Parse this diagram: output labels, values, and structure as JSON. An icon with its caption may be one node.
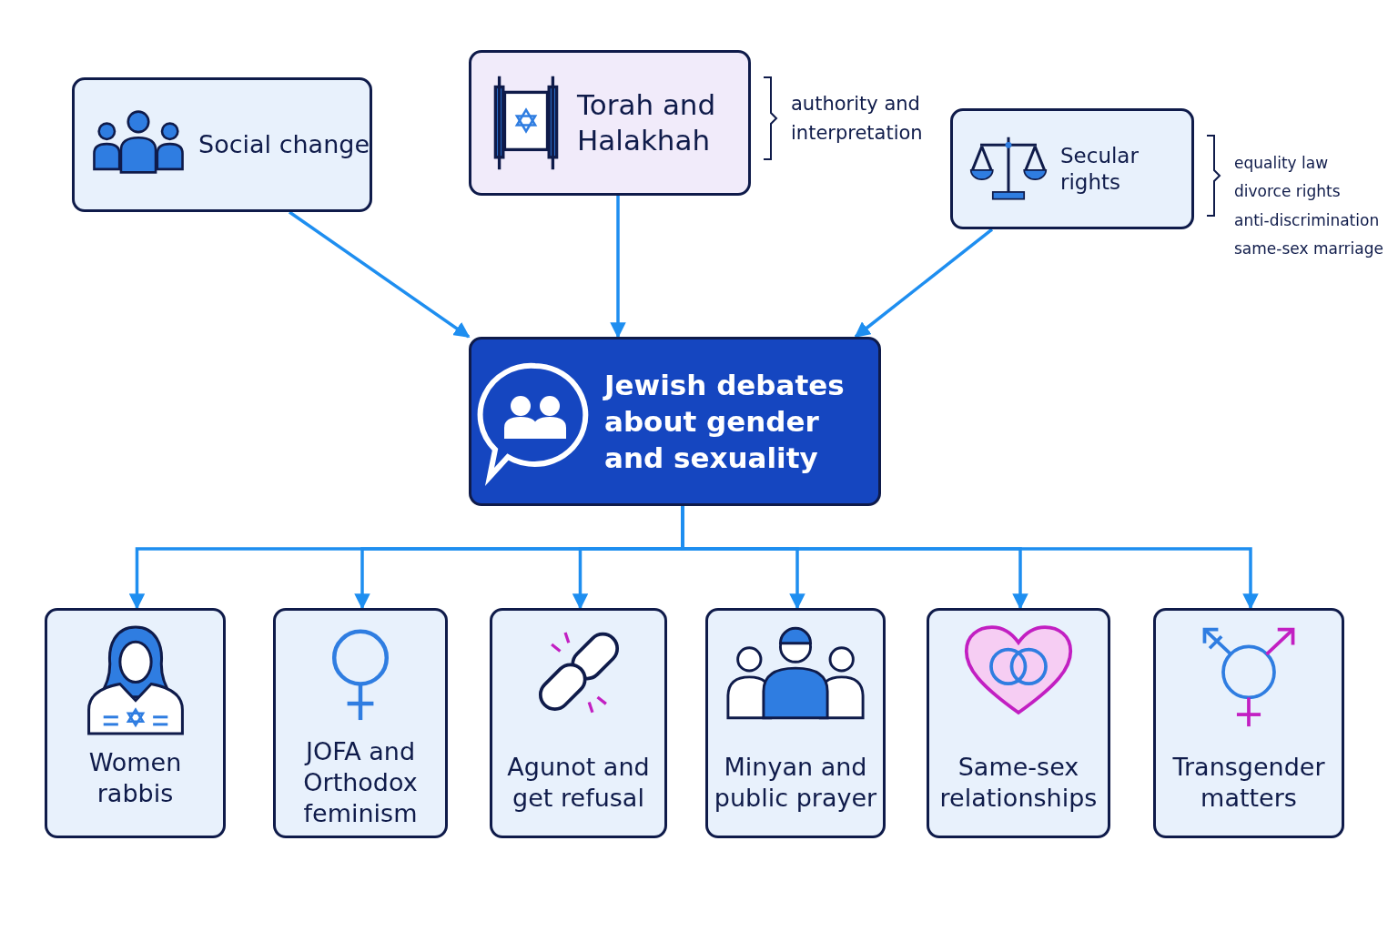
{
  "diagram": {
    "nodes": [
      {
        "text": [
          "Social change"
        ]
      },
      {
        "text": [
          "Torah and Halakhah"
        ],
        "beside": [
          "authority and interpretation"
        ]
      },
      {
        "text": [
          "Secular rights"
        ],
        "beside": [
          "equality law",
          "divorce rights",
          "anti-discrimination",
          "same-sex marriage"
        ]
      },
      {
        "text": [
          "Jewish debates about gender and sexuality"
        ]
      },
      {
        "text": [
          "Women rabbis"
        ]
      },
      {
        "text": [
          "JOFA and Orthodox feminism"
        ]
      },
      {
        "text": [
          "Agunot and get refusal"
        ]
      },
      {
        "text": [
          "Minyan and public prayer"
        ]
      },
      {
        "text": [
          "Same-sex relationships"
        ]
      },
      {
        "text": [
          "Transgender matters"
        ]
      }
    ],
    "edges": [
      {
        "from": 0,
        "to": 3,
        "arrow": "to"
      },
      {
        "from": 1,
        "to": 3,
        "arrow": "to"
      },
      {
        "from": 2,
        "to": 3,
        "arrow": "to"
      },
      {
        "from": 3,
        "to": 4,
        "arrow": "to"
      },
      {
        "from": 3,
        "to": 5,
        "arrow": "to"
      },
      {
        "from": 3,
        "to": 6,
        "arrow": "to"
      },
      {
        "from": 3,
        "to": 7,
        "arrow": "to"
      },
      {
        "from": 3,
        "to": 8,
        "arrow": "to"
      },
      {
        "from": 3,
        "to": 9,
        "arrow": "to"
      }
    ]
  }
}
